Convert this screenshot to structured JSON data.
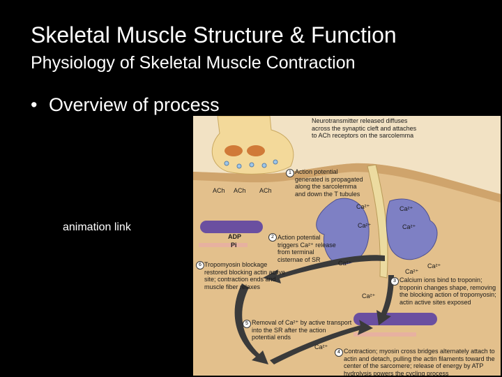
{
  "slide": {
    "title": "Skeletal Muscle Structure & Function",
    "subtitle": "Physiology of Skeletal Muscle Contraction",
    "bullet": "Overview of process",
    "bullet_marker": "•",
    "animation_link": "animation link"
  },
  "figure": {
    "top_note": [
      "Neurotransmitter released diffuses",
      "across the synaptic cleft and attaches",
      "to ACh receptors on the sarcolemma"
    ],
    "ach_labels": [
      "ACh",
      "ACh",
      "ACh"
    ],
    "step1": {
      "num": "1",
      "lines": [
        "Action potential",
        "generated is propagated",
        "along the sarcolemma",
        "and down the T tubules"
      ]
    },
    "step2": {
      "num": "2",
      "lines": [
        "Action potential",
        "triggers Ca²⁺ release",
        "from terminal",
        "cisternae of SR"
      ]
    },
    "step3": {
      "num": "3",
      "lines": [
        "Calcium ions bind to troponin;",
        "troponin changes shape, removing",
        "the blocking action of tropomyosin;",
        "actin active sites exposed"
      ]
    },
    "step4": {
      "num": "4",
      "lines": [
        "Contraction; myosin cross bridges alternately attach to",
        "actin and detach, pulling the actin filaments toward the",
        "center of the sarcomere; release of energy by ATP",
        "hydrolysis powers the cycling process"
      ]
    },
    "step5": {
      "num": "5",
      "lines": [
        "Removal of Ca²⁺ by active transport",
        "into the SR after the action",
        "potential ends"
      ]
    },
    "step6": {
      "num": "6",
      "lines": [
        "Tropomyosin blockage",
        "restored blocking actin active",
        "site; contraction ends and",
        "muscle fiber relaxes"
      ]
    },
    "ca_label": "Ca²⁺",
    "adp_label": "ADP",
    "pi_label": "Pi",
    "colors": {
      "background": "#e8c590",
      "sarcolemma": "#d8b07a",
      "sr": "#7e80c4",
      "arrow": "#3a3a3a",
      "terminal": "#f0d89a"
    }
  }
}
